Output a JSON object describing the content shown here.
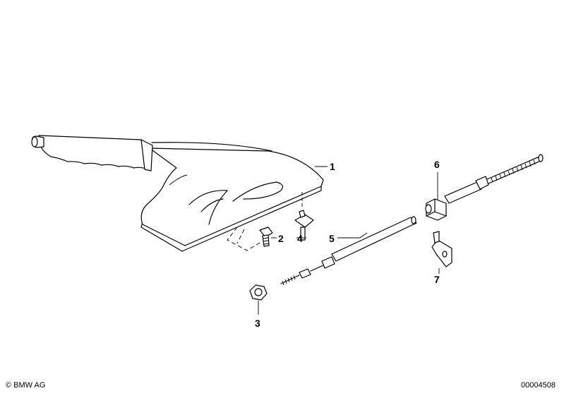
{
  "callouts": {
    "c1": "1",
    "c2": "2",
    "c3": "3",
    "c4": "4",
    "c5": "5",
    "c6": "6",
    "c7": "7"
  },
  "footer": {
    "copyright": "© BMW AG",
    "drawing_number": "00004508"
  }
}
